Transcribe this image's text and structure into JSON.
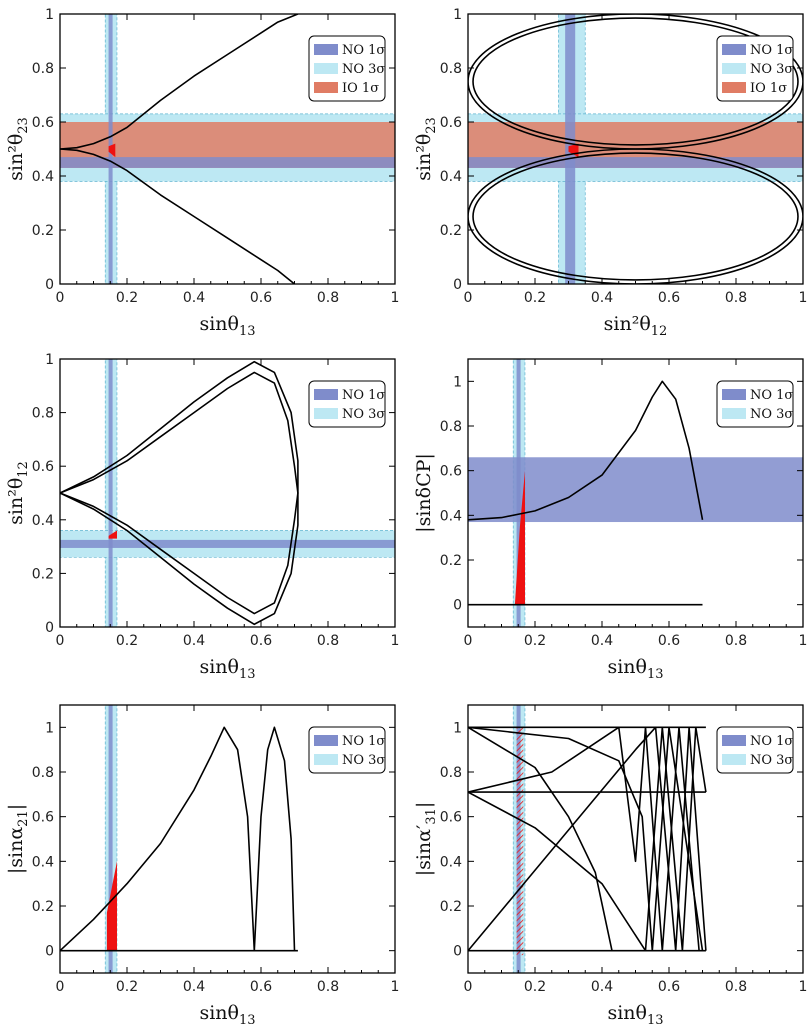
{
  "colors": {
    "no1": "#7f8ccb",
    "no3": "#bde8f3",
    "no3edge": "#5fb4d0",
    "io1": "#e07c64",
    "curve": "#000000",
    "allowed": "#ee1111"
  },
  "chart_data": [
    {
      "type": "line",
      "id": "p1",
      "xlabel": "sinθ13",
      "ylabel": "sin²θ23",
      "xlim": [
        0,
        1
      ],
      "ylim": [
        0,
        1
      ],
      "xticks": [
        "0",
        "0.2",
        "0.4",
        "0.6",
        "0.8",
        "1"
      ],
      "yticks": [
        "0",
        "0.2",
        "0.4",
        "0.6",
        "0.8",
        "1"
      ],
      "legend": [
        "NO 1σ",
        "NO 3σ",
        "IO 1σ"
      ],
      "bands": [
        {
          "kind": "v",
          "level": "3sigma",
          "range": [
            0.135,
            0.17
          ]
        },
        {
          "kind": "v",
          "level": "1sigma",
          "range": [
            0.145,
            0.157
          ]
        },
        {
          "kind": "h",
          "level": "3sigma",
          "range": [
            0.38,
            0.63
          ]
        },
        {
          "kind": "h",
          "level": "io",
          "range": [
            0.43,
            0.6
          ]
        },
        {
          "kind": "h",
          "level": "1sigma",
          "range": [
            0.43,
            0.47
          ]
        }
      ],
      "curves": [
        [
          [
            0,
            0.5
          ],
          [
            0.05,
            0.505
          ],
          [
            0.1,
            0.52
          ],
          [
            0.15,
            0.545
          ],
          [
            0.2,
            0.58
          ],
          [
            0.3,
            0.68
          ],
          [
            0.4,
            0.77
          ],
          [
            0.5,
            0.85
          ],
          [
            0.6,
            0.93
          ],
          [
            0.65,
            0.97
          ],
          [
            0.71,
            1.0
          ]
        ],
        [
          [
            0,
            0.5
          ],
          [
            0.05,
            0.495
          ],
          [
            0.1,
            0.48
          ],
          [
            0.15,
            0.455
          ],
          [
            0.2,
            0.42
          ],
          [
            0.3,
            0.33
          ],
          [
            0.4,
            0.25
          ],
          [
            0.5,
            0.17
          ],
          [
            0.6,
            0.09
          ],
          [
            0.65,
            0.05
          ],
          [
            0.7,
            0.0
          ]
        ]
      ],
      "allowed_regions": [
        [
          [
            0.145,
            0.49
          ],
          [
            0.165,
            0.47
          ],
          [
            0.165,
            0.52
          ],
          [
            0.145,
            0.51
          ]
        ]
      ]
    },
    {
      "type": "line",
      "id": "p2",
      "xlabel": "sin²θ12",
      "ylabel": "sin²θ23",
      "xlim": [
        0,
        1
      ],
      "ylim": [
        0,
        1
      ],
      "xticks": [
        "0",
        "0.2",
        "0.4",
        "0.6",
        "0.8",
        "1"
      ],
      "yticks": [
        "0",
        "0.2",
        "0.4",
        "0.6",
        "0.8",
        "1"
      ],
      "legend": [
        "NO 1σ",
        "NO 3σ",
        "IO 1σ"
      ],
      "bands": [
        {
          "kind": "v",
          "level": "3sigma",
          "range": [
            0.27,
            0.35
          ]
        },
        {
          "kind": "v",
          "level": "1sigma",
          "range": [
            0.29,
            0.32
          ]
        },
        {
          "kind": "h",
          "level": "3sigma",
          "range": [
            0.38,
            0.63
          ]
        },
        {
          "kind": "h",
          "level": "io",
          "range": [
            0.43,
            0.6
          ]
        },
        {
          "kind": "h",
          "level": "1sigma",
          "range": [
            0.43,
            0.47
          ]
        }
      ],
      "ellipses": [
        {
          "cx": 0.5,
          "cy": 0.75,
          "rx": 0.5,
          "ry": 0.25
        },
        {
          "cx": 0.5,
          "cy": 0.75,
          "rx": 0.485,
          "ry": 0.235
        },
        {
          "cx": 0.5,
          "cy": 0.25,
          "rx": 0.5,
          "ry": 0.25
        },
        {
          "cx": 0.5,
          "cy": 0.25,
          "rx": 0.485,
          "ry": 0.235
        }
      ],
      "allowed_regions": [
        [
          [
            0.3,
            0.49
          ],
          [
            0.33,
            0.47
          ],
          [
            0.33,
            0.52
          ],
          [
            0.3,
            0.51
          ]
        ]
      ]
    },
    {
      "type": "line",
      "id": "p3",
      "xlabel": "sinθ13",
      "ylabel": "sin²θ12",
      "xlim": [
        0,
        1
      ],
      "ylim": [
        0,
        1
      ],
      "xticks": [
        "0",
        "0.2",
        "0.4",
        "0.6",
        "0.8",
        "1"
      ],
      "yticks": [
        "0",
        "0.2",
        "0.4",
        "0.6",
        "0.8",
        "1"
      ],
      "legend": [
        "NO 1σ",
        "NO 3σ"
      ],
      "bands": [
        {
          "kind": "v",
          "level": "3sigma",
          "range": [
            0.135,
            0.17
          ]
        },
        {
          "kind": "v",
          "level": "1sigma",
          "range": [
            0.145,
            0.157
          ]
        },
        {
          "kind": "h",
          "level": "3sigma",
          "range": [
            0.26,
            0.36
          ]
        },
        {
          "kind": "h",
          "level": "1sigma",
          "range": [
            0.295,
            0.325
          ]
        }
      ],
      "curves": [
        [
          [
            0,
            0.5
          ],
          [
            0.1,
            0.56
          ],
          [
            0.2,
            0.64
          ],
          [
            0.3,
            0.74
          ],
          [
            0.4,
            0.84
          ],
          [
            0.5,
            0.93
          ],
          [
            0.58,
            0.99
          ],
          [
            0.64,
            0.95
          ],
          [
            0.69,
            0.8
          ],
          [
            0.71,
            0.62
          ],
          [
            0.71,
            0.5
          ]
        ],
        [
          [
            0,
            0.5
          ],
          [
            0.1,
            0.55
          ],
          [
            0.2,
            0.62
          ],
          [
            0.3,
            0.71
          ],
          [
            0.4,
            0.8
          ],
          [
            0.5,
            0.89
          ],
          [
            0.58,
            0.95
          ],
          [
            0.64,
            0.91
          ],
          [
            0.68,
            0.77
          ],
          [
            0.7,
            0.6
          ],
          [
            0.71,
            0.5
          ]
        ],
        [
          [
            0,
            0.5
          ],
          [
            0.1,
            0.44
          ],
          [
            0.2,
            0.36
          ],
          [
            0.3,
            0.26
          ],
          [
            0.4,
            0.16
          ],
          [
            0.5,
            0.07
          ],
          [
            0.58,
            0.01
          ],
          [
            0.64,
            0.05
          ],
          [
            0.69,
            0.2
          ],
          [
            0.71,
            0.38
          ],
          [
            0.71,
            0.5
          ]
        ],
        [
          [
            0,
            0.5
          ],
          [
            0.1,
            0.45
          ],
          [
            0.2,
            0.38
          ],
          [
            0.3,
            0.29
          ],
          [
            0.4,
            0.2
          ],
          [
            0.5,
            0.11
          ],
          [
            0.58,
            0.05
          ],
          [
            0.64,
            0.09
          ],
          [
            0.68,
            0.23
          ],
          [
            0.7,
            0.4
          ],
          [
            0.71,
            0.5
          ]
        ]
      ],
      "allowed_regions": [
        [
          [
            0.145,
            0.34
          ],
          [
            0.17,
            0.36
          ],
          [
            0.17,
            0.33
          ],
          [
            0.145,
            0.33
          ]
        ]
      ]
    },
    {
      "type": "line",
      "id": "p4",
      "xlabel": "sinθ13",
      "ylabel": "|sinδCP|",
      "xlim": [
        0,
        1
      ],
      "ylim": [
        -0.1,
        1.1
      ],
      "xticks": [
        "0",
        "0.2",
        "0.4",
        "0.6",
        "0.8",
        "1"
      ],
      "yticks": [
        "0",
        "0.2",
        "0.4",
        "0.6",
        "0.8",
        "1"
      ],
      "legend": [
        "NO 1σ",
        "NO 3σ"
      ],
      "bands": [
        {
          "kind": "v",
          "level": "3sigma",
          "range": [
            0.135,
            0.17
          ]
        },
        {
          "kind": "v",
          "level": "1sigma",
          "range": [
            0.145,
            0.157
          ]
        },
        {
          "kind": "h",
          "level": "1sigma",
          "range": [
            0.37,
            0.66
          ]
        }
      ],
      "curves": [
        [
          [
            0,
            0.38
          ],
          [
            0.1,
            0.39
          ],
          [
            0.2,
            0.42
          ],
          [
            0.3,
            0.48
          ],
          [
            0.4,
            0.58
          ],
          [
            0.5,
            0.78
          ],
          [
            0.55,
            0.93
          ],
          [
            0.58,
            1.0
          ],
          [
            0.62,
            0.92
          ],
          [
            0.66,
            0.7
          ],
          [
            0.7,
            0.38
          ]
        ],
        [
          [
            0,
            0.0
          ],
          [
            0.7,
            0.0
          ]
        ]
      ],
      "allowed_regions": [
        [
          [
            0.14,
            0.0
          ],
          [
            0.17,
            0.0
          ],
          [
            0.17,
            0.6
          ],
          [
            0.155,
            0.35
          ],
          [
            0.14,
            0.0
          ]
        ]
      ]
    },
    {
      "type": "line",
      "id": "p5",
      "xlabel": "sinθ13",
      "ylabel": "|sinα21|",
      "xlim": [
        0,
        1
      ],
      "ylim": [
        -0.1,
        1.1
      ],
      "xticks": [
        "0",
        "0.2",
        "0.4",
        "0.6",
        "0.8",
        "1"
      ],
      "yticks": [
        "0",
        "0.2",
        "0.4",
        "0.6",
        "0.8",
        "1"
      ],
      "legend": [
        "NO 1σ",
        "NO 3σ"
      ],
      "bands": [
        {
          "kind": "v",
          "level": "3sigma",
          "range": [
            0.135,
            0.17
          ]
        },
        {
          "kind": "v",
          "level": "1sigma",
          "range": [
            0.145,
            0.157
          ]
        }
      ],
      "curves": [
        [
          [
            0,
            0.0
          ],
          [
            0.1,
            0.14
          ],
          [
            0.2,
            0.3
          ],
          [
            0.3,
            0.48
          ],
          [
            0.4,
            0.72
          ],
          [
            0.45,
            0.87
          ],
          [
            0.49,
            1.0
          ],
          [
            0.53,
            0.9
          ],
          [
            0.56,
            0.6
          ],
          [
            0.58,
            0.0
          ]
        ],
        [
          [
            0.58,
            0.0
          ],
          [
            0.6,
            0.6
          ],
          [
            0.62,
            0.9
          ],
          [
            0.64,
            1.0
          ],
          [
            0.67,
            0.85
          ],
          [
            0.69,
            0.5
          ],
          [
            0.7,
            0.0
          ]
        ],
        [
          [
            0,
            0.0
          ],
          [
            0.71,
            0.0
          ]
        ]
      ],
      "allowed_regions": [
        [
          [
            0.14,
            0.0
          ],
          [
            0.17,
            0.0
          ],
          [
            0.17,
            0.4
          ],
          [
            0.14,
            0.17
          ]
        ]
      ]
    },
    {
      "type": "line",
      "id": "p6",
      "xlabel": "sinθ13",
      "ylabel": "|sinα′31|",
      "xlim": [
        0,
        1
      ],
      "ylim": [
        -0.1,
        1.1
      ],
      "xticks": [
        "0",
        "0.2",
        "0.4",
        "0.6",
        "0.8",
        "1"
      ],
      "yticks": [
        "0",
        "0.2",
        "0.4",
        "0.6",
        "0.8",
        "1"
      ],
      "legend": [
        "NO 1σ",
        "NO 3σ"
      ],
      "bands": [
        {
          "kind": "v",
          "level": "3sigma",
          "range": [
            0.135,
            0.17
          ]
        },
        {
          "kind": "v",
          "level": "1sigma",
          "range": [
            0.145,
            0.157
          ]
        }
      ],
      "curves": [
        [
          [
            0,
            1.0
          ],
          [
            0.71,
            1.0
          ]
        ],
        [
          [
            0,
            0.71
          ],
          [
            0.71,
            0.71
          ]
        ],
        [
          [
            0,
            0.0
          ],
          [
            0.71,
            0.0
          ]
        ],
        [
          [
            0,
            0.0
          ],
          [
            0.2,
            0.36
          ],
          [
            0.4,
            0.72
          ],
          [
            0.5,
            0.9
          ],
          [
            0.56,
            1.0
          ],
          [
            0.62,
            0.0
          ],
          [
            0.66,
            1.0
          ],
          [
            0.71,
            0.0
          ]
        ],
        [
          [
            0,
            1.0
          ],
          [
            0.2,
            0.82
          ],
          [
            0.3,
            0.6
          ],
          [
            0.38,
            0.35
          ],
          [
            0.43,
            0.0
          ]
        ],
        [
          [
            0,
            0.71
          ],
          [
            0.2,
            0.55
          ],
          [
            0.4,
            0.3
          ],
          [
            0.53,
            0.0
          ],
          [
            0.58,
            1.0
          ],
          [
            0.64,
            0.0
          ],
          [
            0.68,
            1.0
          ],
          [
            0.71,
            0.71
          ]
        ],
        [
          [
            0,
            1.0
          ],
          [
            0.3,
            0.95
          ],
          [
            0.45,
            0.85
          ],
          [
            0.52,
            0.6
          ],
          [
            0.55,
            0.0
          ],
          [
            0.6,
            1.0
          ],
          [
            0.7,
            0.0
          ]
        ],
        [
          [
            0,
            0.71
          ],
          [
            0.25,
            0.8
          ],
          [
            0.45,
            1.0
          ],
          [
            0.5,
            0.4
          ],
          [
            0.53,
            1.0
          ],
          [
            0.58,
            0.0
          ],
          [
            0.63,
            1.0
          ],
          [
            0.69,
            0.0
          ]
        ]
      ],
      "allowed_regions": [
        [
          [
            0.145,
            -0.02
          ],
          [
            0.165,
            -0.02
          ],
          [
            0.165,
            1.0
          ],
          [
            0.145,
            1.0
          ]
        ]
      ]
    }
  ]
}
